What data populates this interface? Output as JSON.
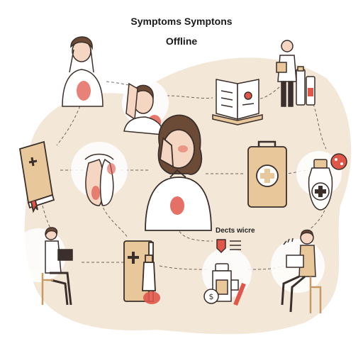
{
  "header": {
    "title_line1": "Symptoms Symptons",
    "title_line2": "Offline"
  },
  "note": {
    "label": "Dects wicre"
  },
  "colors": {
    "blob": "#f3e7d8",
    "tan": "#e8c79b",
    "tan_dark": "#c79a63",
    "red": "#e0574a",
    "outline": "#3a2f2a",
    "skin": "#f5d6c2",
    "hair": "#6b4a36",
    "white": "#ffffff"
  },
  "illustrations": [
    {
      "id": "man-headache",
      "icon": "man-with-headache"
    },
    {
      "id": "man-sick",
      "icon": "man-face-in-hand"
    },
    {
      "id": "woman-central",
      "icon": "woman-with-pain"
    },
    {
      "id": "open-book",
      "icon": "open-book-icon"
    },
    {
      "id": "doctor",
      "icon": "doctor-with-bottles"
    },
    {
      "id": "medical-book",
      "icon": "medical-book-icon"
    },
    {
      "id": "organs",
      "icon": "lungs-kidney-icon"
    },
    {
      "id": "first-aid-kit",
      "icon": "first-aid-kit-icon"
    },
    {
      "id": "medicine-bottle",
      "icon": "bottle-virus-icon"
    },
    {
      "id": "woman-laptop",
      "icon": "woman-with-laptop"
    },
    {
      "id": "book-bottle",
      "icon": "book-and-bottle-icon"
    },
    {
      "id": "medicine-items",
      "icon": "pills-coin-bottle-icon"
    },
    {
      "id": "man-laptop",
      "icon": "man-with-laptop"
    }
  ]
}
